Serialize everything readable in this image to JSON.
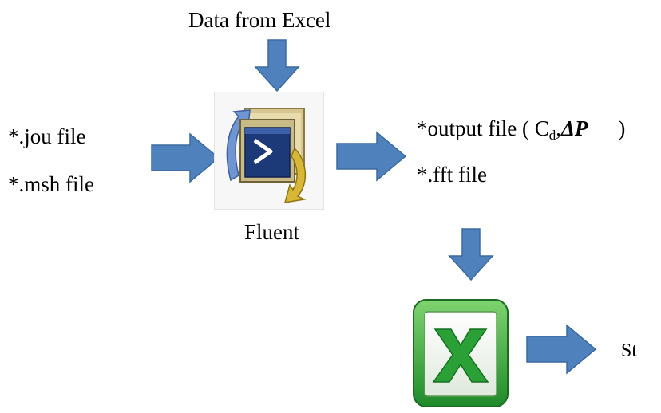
{
  "input_label": "Data from Excel",
  "inputs": [
    "*.jou file",
    "*.msh file"
  ],
  "fluent": {
    "label": "Fluent",
    "icon": "fluent-console-icon"
  },
  "outputs": {
    "output_prefix": "*output file ( C",
    "output_sub": "d",
    "output_comma": ",",
    "output_delta": "ΔP",
    "output_close": ")",
    "fft": "*.fft file"
  },
  "excel": {
    "icon": "excel-icon"
  },
  "result": "St",
  "colors": {
    "arrow": "#4f81bd",
    "arrow_edge": "#3a6a9e",
    "excel_green": "#2e9d2e"
  }
}
